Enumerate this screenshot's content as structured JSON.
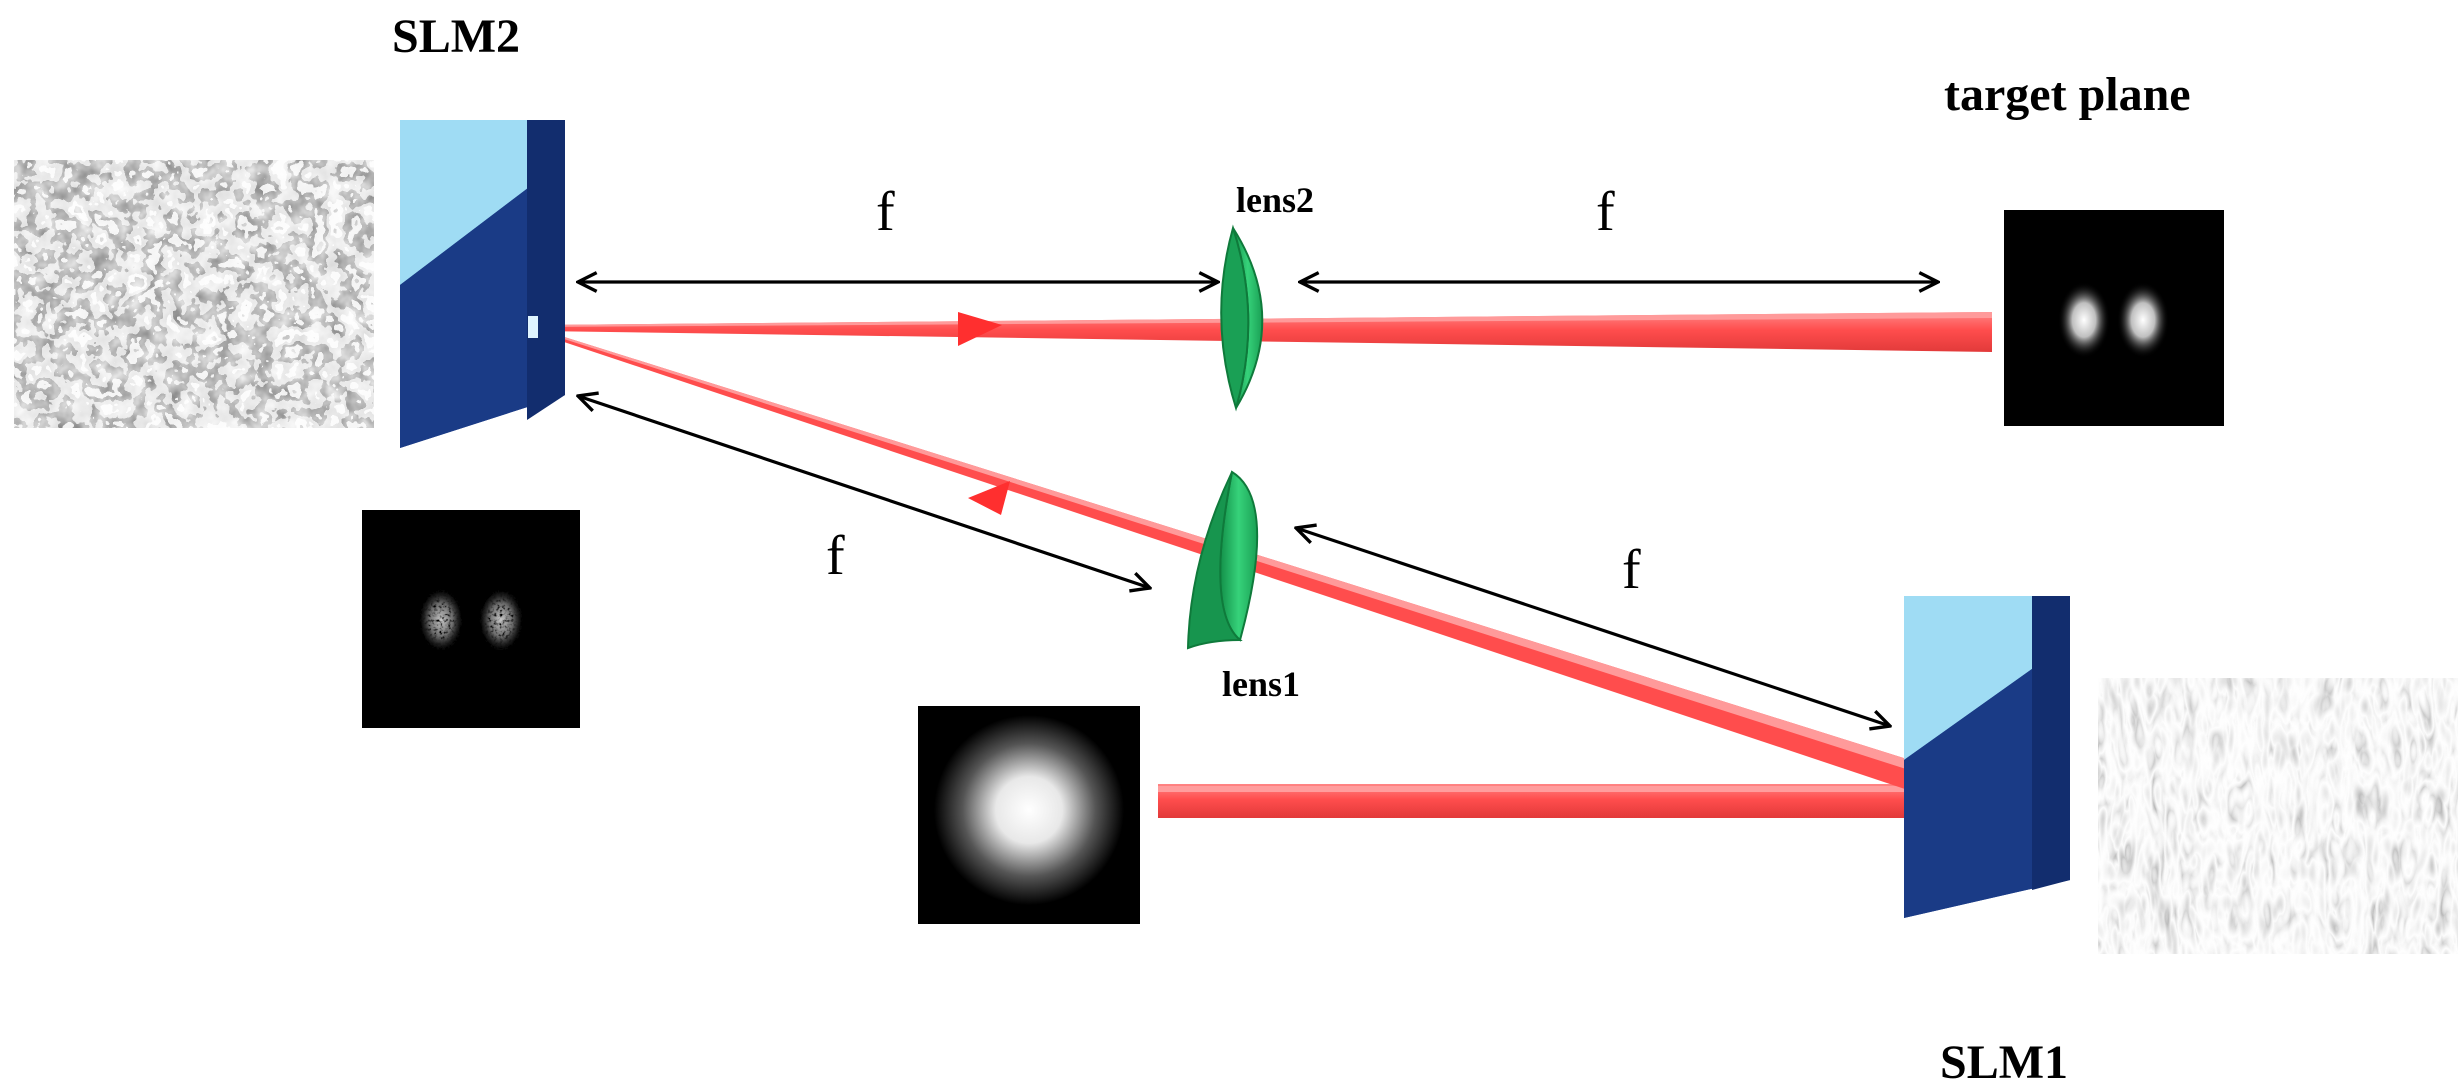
{
  "labels": {
    "slm2": "SLM2",
    "slm1": "SLM1",
    "target_plane": "target plane",
    "lens1": "lens1",
    "lens2": "lens2",
    "f": "f"
  },
  "colors": {
    "beam": "#ff4a4a",
    "beam_highlight": "#ff9a9a",
    "slm_front": "#1f3f8c",
    "slm_top": "#9fdcf4",
    "slm_side": "#123072",
    "lens": "#2ecc71",
    "lens_dark": "#138a45",
    "arrow": "#000000"
  },
  "icons": {
    "slm_device": "cube-icon",
    "lens": "lens-icon",
    "phase_hologram": "noise-pattern-icon"
  }
}
